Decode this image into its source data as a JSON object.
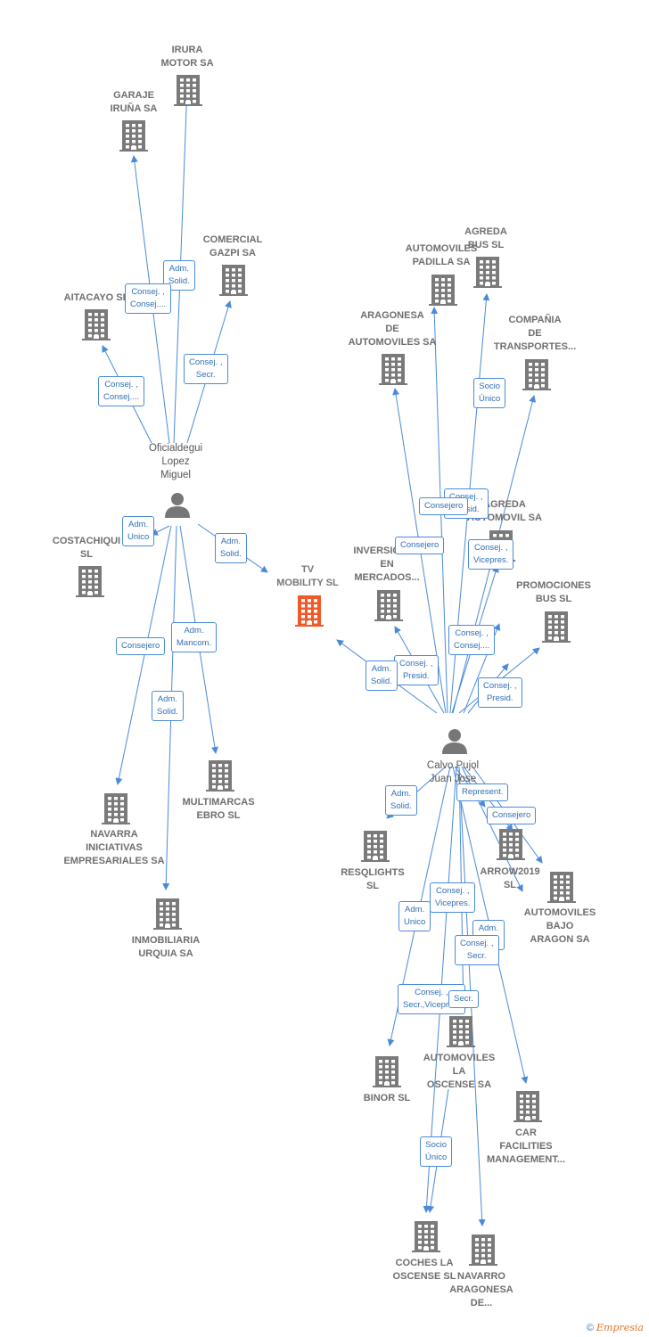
{
  "nodes": [
    {
      "id": "irura",
      "kind": "company",
      "label": "IRURA\nMOTOR SA"
    },
    {
      "id": "garaje",
      "kind": "company",
      "label": "GARAJE\nIRUÑA SA"
    },
    {
      "id": "comercial",
      "kind": "company",
      "label": "COMERCIAL\nGAZPI SA"
    },
    {
      "id": "aitacayo",
      "kind": "company",
      "label": "AITACAYO  SL"
    },
    {
      "id": "oficialdegui",
      "kind": "person",
      "label": "Oficialdegui\nLopez\nMiguel"
    },
    {
      "id": "costachiqui",
      "kind": "company",
      "label": "COSTACHIQUI\nSL"
    },
    {
      "id": "tvmobility",
      "kind": "main",
      "label": "TV\nMOBILITY  SL"
    },
    {
      "id": "navarra",
      "kind": "company",
      "label": "NAVARRA\nINICIATIVAS\nEMPRESARIALES SA"
    },
    {
      "id": "multimarcas",
      "kind": "company",
      "label": "MULTIMARCAS\nEBRO  SL"
    },
    {
      "id": "inmobiliaria",
      "kind": "company",
      "label": "INMOBILIARIA\nURQUIA SA"
    },
    {
      "id": "agreda",
      "kind": "company",
      "label": "AGREDA\nBUS  SL"
    },
    {
      "id": "padilla",
      "kind": "company",
      "label": "AUTOMOVILES\nPADILLA SA"
    },
    {
      "id": "aragonesa",
      "kind": "company",
      "label": "ARAGONESA\nDE\nAUTOMOVILES SA"
    },
    {
      "id": "compania",
      "kind": "company",
      "label": "COMPAÑIA\nDE\nTRANSPORTES..."
    },
    {
      "id": "agredaauto",
      "kind": "company",
      "label": "AGREDA\nAUTOMOVIL SA"
    },
    {
      "id": "inversiones",
      "kind": "company",
      "label": "INVERSIONES\nEN\nMERCADOS..."
    },
    {
      "id": "promociones",
      "kind": "company",
      "label": "PROMOCIONES\nBUS SL"
    },
    {
      "id": "calvo",
      "kind": "person",
      "label": "Calvo Pujol\nJuan Jose"
    },
    {
      "id": "resqlights",
      "kind": "company",
      "label": "RESQLIGHTS\nSL"
    },
    {
      "id": "arrow",
      "kind": "company",
      "label": "ARROW2019\nSL"
    },
    {
      "id": "bajoaragon",
      "kind": "company",
      "label": "AUTOMOVILES\nBAJO\nARAGON SA"
    },
    {
      "id": "oscense",
      "kind": "company",
      "label": "AUTOMOVILES\nLA\nOSCENSE SA"
    },
    {
      "id": "binor",
      "kind": "company",
      "label": "BINOR  SL"
    },
    {
      "id": "carfac",
      "kind": "company",
      "label": "CAR\nFACILITIES\nMANAGEMENT..."
    },
    {
      "id": "coches",
      "kind": "company",
      "label": "COCHES LA\nOSCENSE SL"
    },
    {
      "id": "navarroar",
      "kind": "company",
      "label": "NAVARRO\nARAGONESA\nDE..."
    }
  ],
  "relations": [
    {
      "label": "Adm.\nSolid."
    },
    {
      "label": "Consej. ,\nConsej...."
    },
    {
      "label": "Consej. ,\nSecr."
    },
    {
      "label": "Consej. ,\nConsej...."
    },
    {
      "label": "Adm.\nUnico"
    },
    {
      "label": "Adm.\nSolid."
    },
    {
      "label": "Consejero"
    },
    {
      "label": "Adm.\nMancom."
    },
    {
      "label": "Adm.\nSolid."
    },
    {
      "label": "Socio\nÚnico"
    },
    {
      "label": "Consej. ,\nPresid."
    },
    {
      "label": "Consejero"
    },
    {
      "label": "Consejero"
    },
    {
      "label": "Consej. ,\nVicepres."
    },
    {
      "label": "Consej. ,\nConsej...."
    },
    {
      "label": "Consej. ,\nPresid."
    },
    {
      "label": "Adm.\nSolid."
    },
    {
      "label": "Consej. ,\nPresid."
    },
    {
      "label": "Adm.\nSolid."
    },
    {
      "label": "Represent."
    },
    {
      "label": "Consejero"
    },
    {
      "label": "Consej. ,\nVicepres."
    },
    {
      "label": "Adm.\nUnico"
    },
    {
      "label": "Adm.\nSolid."
    },
    {
      "label": "Consej. ,\nSecr."
    },
    {
      "label": "Consej. ,\nSecr.,Vicepres."
    },
    {
      "label": "Secr."
    },
    {
      "label": "Socio\nÚnico"
    }
  ],
  "colors": {
    "edge": "#4a8ad8",
    "company": "#7a7a7a",
    "main": "#f05a28",
    "person": "#777777"
  },
  "footer": {
    "copyright": "©",
    "brand": "Empresia"
  }
}
